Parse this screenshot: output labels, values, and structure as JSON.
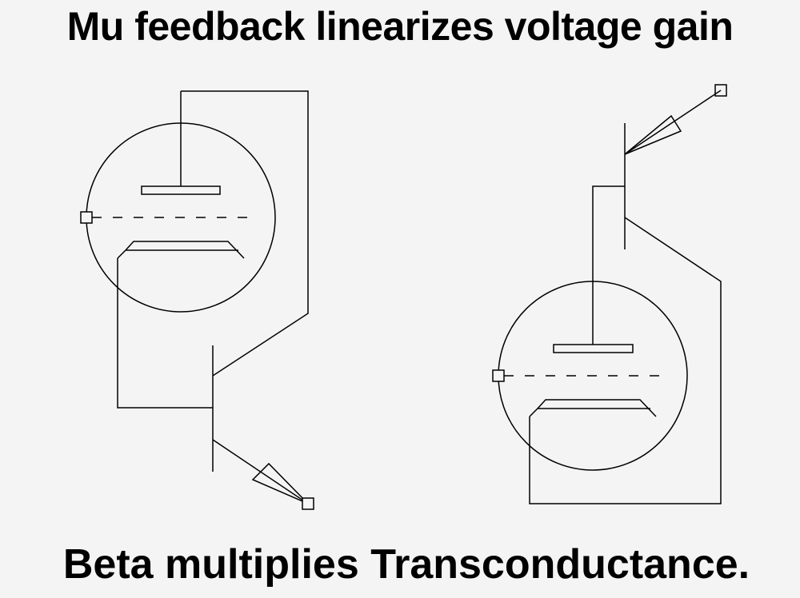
{
  "header": {
    "title": "Mu feedback linearizes voltage gain"
  },
  "footer": {
    "caption": "Beta multiplies Transconductance."
  },
  "colors": {
    "background": "#f4f4f4",
    "ink": "#000000"
  },
  "circuits": [
    {
      "name": "left-circuit",
      "components": [
        "vacuum-tube-triode",
        "npn-bipolar-transistor"
      ]
    },
    {
      "name": "right-circuit",
      "components": [
        "pnp-bipolar-transistor",
        "vacuum-tube-triode"
      ]
    }
  ]
}
